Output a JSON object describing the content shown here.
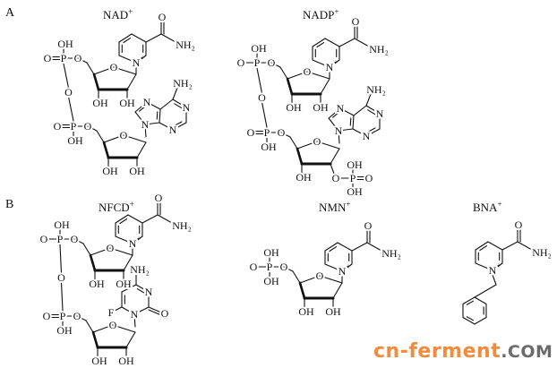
{
  "panels": {
    "A": "A",
    "B": "B"
  },
  "titles": {
    "nad": {
      "base": "NAD",
      "sup": "+"
    },
    "nadp": {
      "base": "NADP",
      "sup": "+"
    },
    "nfcd": {
      "base": "NFCD",
      "sup": "+"
    },
    "nmn": {
      "base": "NMN",
      "sup": "+"
    },
    "bna": {
      "base": "BNA",
      "sup": "+"
    }
  },
  "atoms": {
    "O": "O",
    "OH": "OH",
    "P": "P",
    "N": "N",
    "NH2": "NH₂",
    "F": "F",
    "plus": "+"
  },
  "watermark": {
    "main": "cn-ferment",
    "tld": ".COM"
  },
  "colors": {
    "watermark_main": "#f28c3c",
    "watermark_tld": "#6b6b6b"
  }
}
